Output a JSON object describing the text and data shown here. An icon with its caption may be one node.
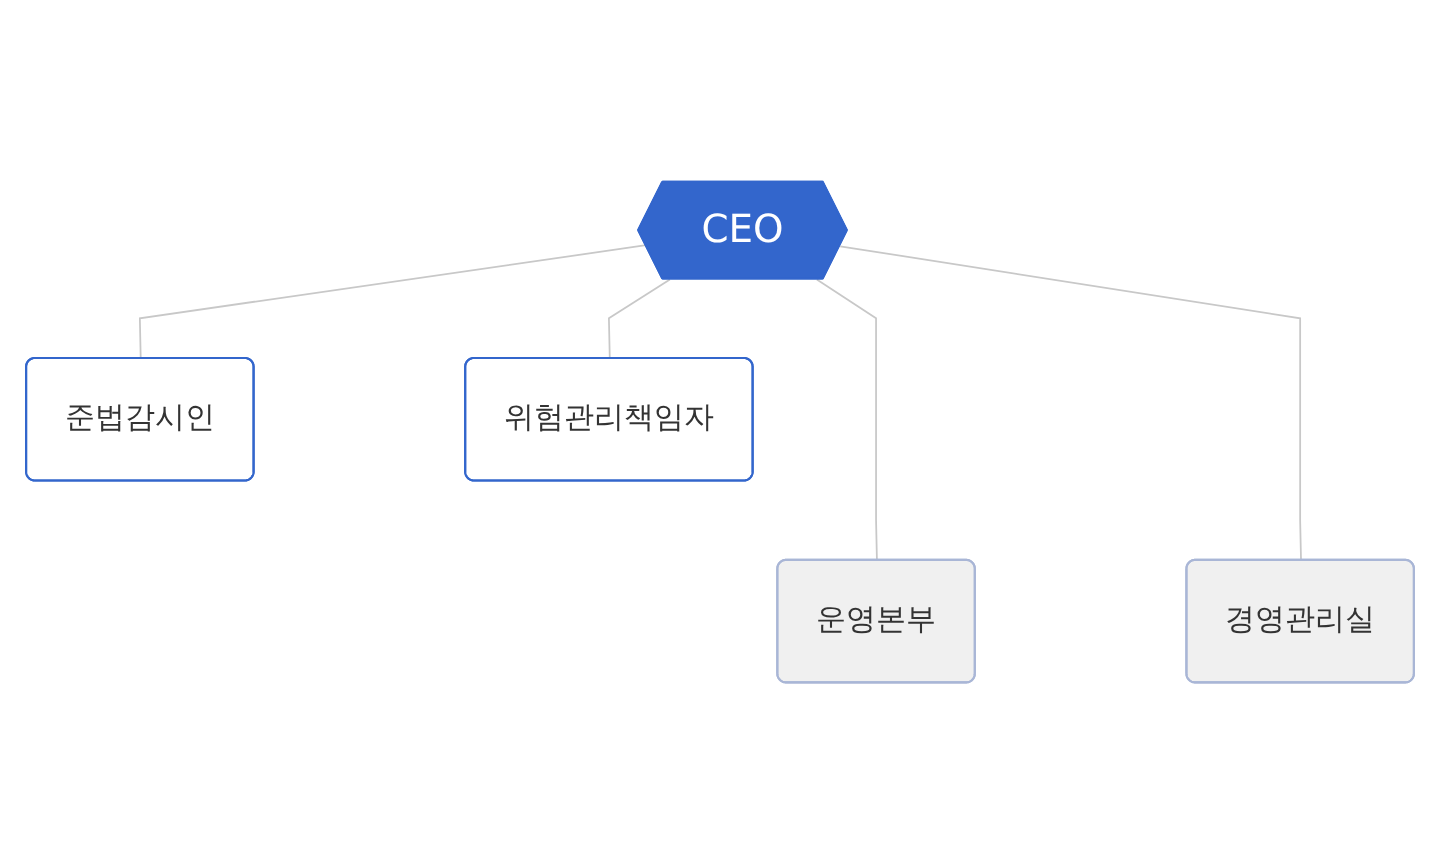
{
  "diagram": {
    "nodes": [
      {
        "text": [
          "CEO"
        ]
      },
      {
        "text": [
          "준법감시인"
        ]
      },
      {
        "text": [
          "위험관리책임자"
        ]
      },
      {
        "text": [
          "운영본부"
        ]
      },
      {
        "text": [
          "경영관리실"
        ]
      }
    ],
    "edges": [
      {
        "from": 0,
        "to": 1,
        "arrow": "none"
      },
      {
        "from": 0,
        "to": 2,
        "arrow": "none"
      },
      {
        "from": 0,
        "to": 3,
        "arrow": "none"
      },
      {
        "from": 0,
        "to": 4,
        "arrow": "none"
      }
    ]
  }
}
